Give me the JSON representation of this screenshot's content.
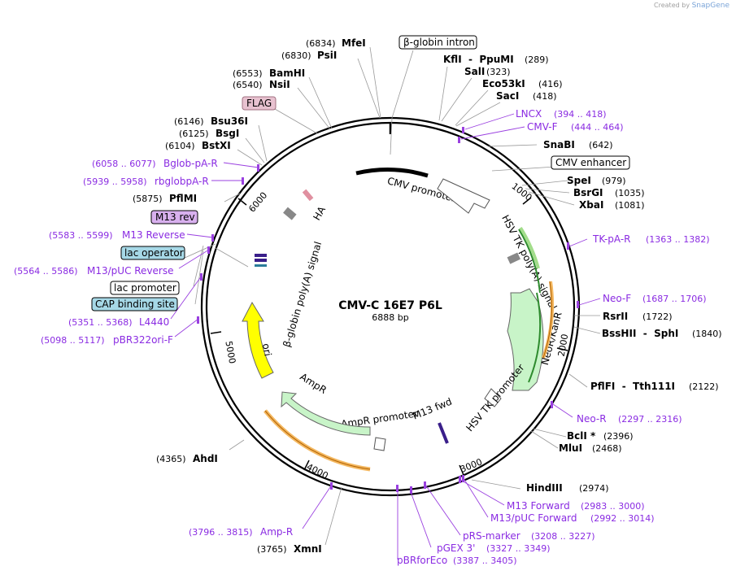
{
  "credit": {
    "prefix": "Created by",
    "brand": "SnapGene"
  },
  "plasmid": {
    "name": "CMV-C 16E7 P6L",
    "size": "6888 bp",
    "length": 6888
  },
  "ticks": [
    "1000",
    "2000",
    "3000",
    "4000",
    "5000",
    "6000"
  ],
  "enzymes": [
    {
      "id": "mfei",
      "name": "MfeI",
      "pos": "(6834)",
      "side": "left"
    },
    {
      "id": "psii",
      "name": "PsiI",
      "pos": "(6830)",
      "side": "left"
    },
    {
      "id": "bamhi",
      "name": "BamHI",
      "pos": "(6553)",
      "side": "left"
    },
    {
      "id": "nsii",
      "name": "NsiI",
      "pos": "(6540)",
      "side": "left"
    },
    {
      "id": "bsu36i",
      "name": "Bsu36I",
      "pos": "(6146)",
      "side": "left"
    },
    {
      "id": "bsgi",
      "name": "BsgI",
      "pos": "(6125)",
      "side": "left"
    },
    {
      "id": "bstxi",
      "name": "BstXI",
      "pos": "(6104)",
      "side": "left"
    },
    {
      "id": "pflmi",
      "name": "PflMI",
      "pos": "(5875)",
      "side": "left"
    },
    {
      "id": "ahdi",
      "name": "AhdI",
      "pos": "(4365)",
      "side": "left"
    },
    {
      "id": "xmni",
      "name": "XmnI",
      "pos": "(3765)",
      "side": "left"
    },
    {
      "id": "kfli",
      "name": "KflI  -  PpuMI",
      "pos": "(289)",
      "side": "right"
    },
    {
      "id": "sali",
      "name": "SalI",
      "pos": "(323)",
      "side": "right"
    },
    {
      "id": "eco53ki",
      "name": "Eco53kI",
      "pos": "(416)",
      "side": "right"
    },
    {
      "id": "saci",
      "name": "SacI",
      "pos": "(418)",
      "side": "right"
    },
    {
      "id": "snabi",
      "name": "SnaBI",
      "pos": "(642)",
      "side": "right"
    },
    {
      "id": "spei",
      "name": "SpeI",
      "pos": "(979)",
      "side": "right"
    },
    {
      "id": "bsrgi",
      "name": "BsrGI",
      "pos": "(1035)",
      "side": "right"
    },
    {
      "id": "xbai",
      "name": "XbaI",
      "pos": "(1081)",
      "side": "right"
    },
    {
      "id": "rsrii",
      "name": "RsrII",
      "pos": "(1722)",
      "side": "right"
    },
    {
      "id": "bsshii",
      "name": "BssHII  -  SphI",
      "pos": "(1840)",
      "side": "right"
    },
    {
      "id": "pflfi",
      "name": "PflFI  -  Tth111I",
      "pos": "(2122)",
      "side": "right"
    },
    {
      "id": "bcli",
      "name": "BclI *",
      "pos": "(2396)",
      "side": "right"
    },
    {
      "id": "mlui",
      "name": "MluI",
      "pos": "(2468)",
      "side": "right"
    },
    {
      "id": "hindiii",
      "name": "HindIII",
      "pos": "(2974)",
      "side": "right"
    }
  ],
  "primers": [
    {
      "id": "lncx",
      "name": "LNCX",
      "pos": "(394 .. 418)"
    },
    {
      "id": "cmvf",
      "name": "CMV-F",
      "pos": "(444 .. 464)"
    },
    {
      "id": "tkpar",
      "name": "TK-pA-R",
      "pos": "(1363 .. 1382)"
    },
    {
      "id": "neof",
      "name": "Neo-F",
      "pos": "(1687 .. 1706)"
    },
    {
      "id": "neor",
      "name": "Neo-R",
      "pos": "(2297 .. 2316)"
    },
    {
      "id": "m13fwd",
      "name": "M13 Forward",
      "pos": "(2983 .. 3000)"
    },
    {
      "id": "m13pucfwd",
      "name": "M13/pUC Forward",
      "pos": "(2992 .. 3014)"
    },
    {
      "id": "prs",
      "name": "pRS-marker",
      "pos": "(3208 .. 3227)"
    },
    {
      "id": "pgex",
      "name": "pGEX 3'",
      "pos": "(3327 .. 3349)"
    },
    {
      "id": "pbrfor",
      "name": "pBRforEco",
      "pos": "(3387 .. 3405)"
    },
    {
      "id": "ampr",
      "name": "Amp-R",
      "pos": "(3796 .. 3815)"
    },
    {
      "id": "pbr322",
      "name": "pBR322ori-F",
      "pos": "(5098 .. 5117)"
    },
    {
      "id": "l4440",
      "name": "L4440",
      "pos": "(5351 .. 5368)"
    },
    {
      "id": "m13pucrev",
      "name": "M13/pUC Reverse",
      "pos": "(5564 .. 5586)"
    },
    {
      "id": "m13rev",
      "name": "M13 Reverse",
      "pos": "(5583 .. 5599)"
    },
    {
      "id": "rbglob",
      "name": "rbglobpA-R",
      "pos": "(5939 .. 5958)"
    },
    {
      "id": "bglob",
      "name": "Bglob-pA-R",
      "pos": "(6058 .. 6077)"
    }
  ],
  "boxed_features": [
    {
      "id": "bglobintron",
      "label": "β-globin intron",
      "color": "#ffffff"
    },
    {
      "id": "cmvenh",
      "label": "CMV enhancer",
      "color": "#ffffff"
    },
    {
      "id": "flag",
      "label": "FLAG",
      "color": "#e8c2d0"
    },
    {
      "id": "m13revbox",
      "label": "M13 rev",
      "color": "#d8b0ee"
    },
    {
      "id": "lacop",
      "label": "lac operator",
      "color": "#a6d8e6"
    },
    {
      "id": "lacprom",
      "label": "lac promoter",
      "color": "#ffffff"
    },
    {
      "id": "cap",
      "label": "CAP binding site",
      "color": "#a6d8e6"
    }
  ],
  "features": {
    "cmv_promoter": "CMV promoter",
    "hsv_tk_polya": "HSV TK poly(A) signal",
    "neokanr": "NeoR/KanR",
    "hsv_tk_promoter": "HSV TK promoter",
    "m13_fwd": "M13 fwd",
    "ampr_promoter": "AmpR promoter",
    "ampr": "AmpR",
    "ori": "ori",
    "bglobin_polya": "β-globin poly(A) signal",
    "ha": "HA"
  }
}
